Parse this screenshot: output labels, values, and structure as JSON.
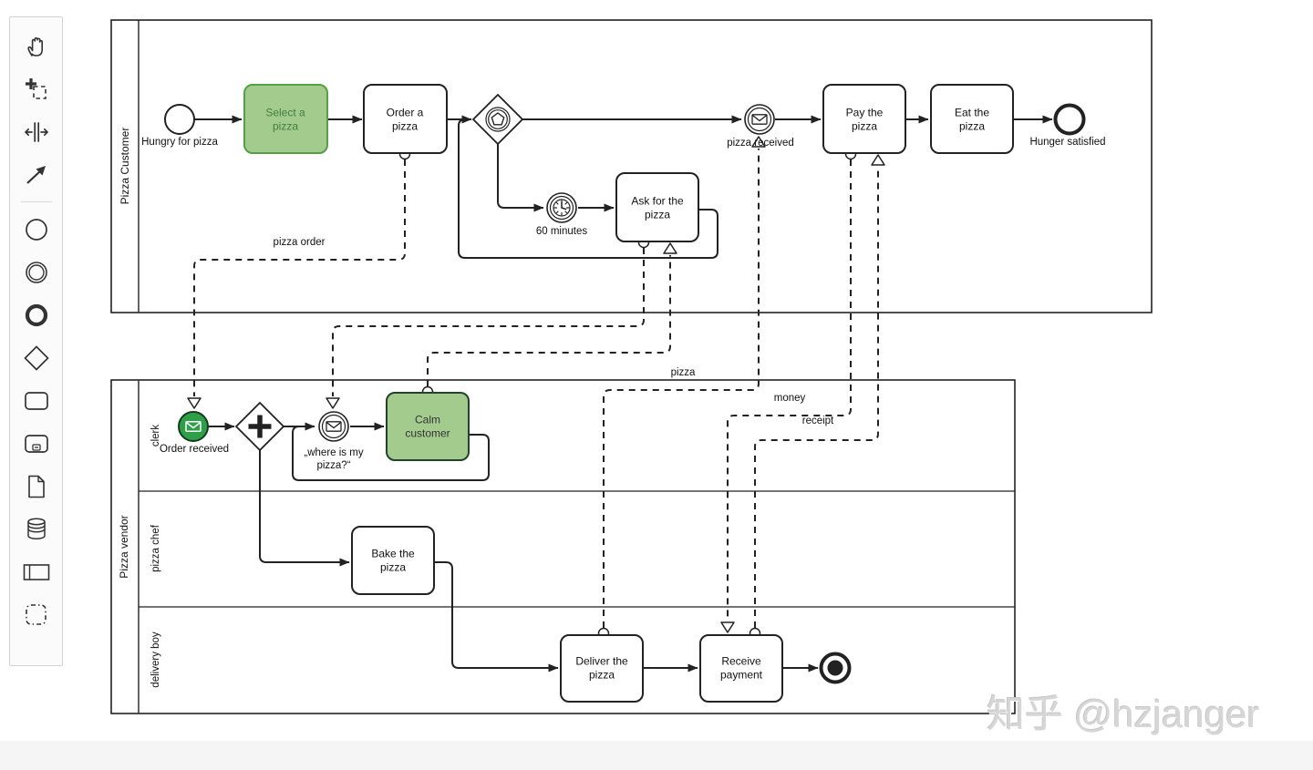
{
  "colors": {
    "stroke": "#222222",
    "highlight_task_fill": "#A4CB8E",
    "highlight_task_stroke": "#53A045",
    "highlight_task_text": "#3F7F3F",
    "highlight_event_fill": "#2F9E48",
    "palette_bg": "#FBFBFB",
    "watermark_color": "#D6D6D6"
  },
  "palette": {
    "tools": [
      {
        "icon": "hand-tool-icon"
      },
      {
        "icon": "lasso-tool-icon"
      },
      {
        "icon": "space-tool-icon"
      },
      {
        "icon": "global-connect-icon"
      },
      {
        "icon": "start-event-icon"
      },
      {
        "icon": "intermediate-event-icon"
      },
      {
        "icon": "end-event-icon"
      },
      {
        "icon": "gateway-icon"
      },
      {
        "icon": "task-icon"
      },
      {
        "icon": "subprocess-icon"
      },
      {
        "icon": "data-object-icon"
      },
      {
        "icon": "data-store-icon"
      },
      {
        "icon": "participant-icon"
      },
      {
        "icon": "group-icon"
      }
    ]
  },
  "diagram": {
    "pools": [
      {
        "label": "Pizza Customer",
        "lanes": []
      },
      {
        "label": "Pizza vendor",
        "lanes": [
          {
            "label": "clerk"
          },
          {
            "label": "pizza chef"
          },
          {
            "label": "delivery boy"
          }
        ]
      }
    ],
    "events": {
      "hungry": {
        "label": "Hungry for pizza"
      },
      "timer": {
        "label": "60 minutes"
      },
      "pizza_received": {
        "label": "pizza received"
      },
      "hunger_satisfied": {
        "label": "Hunger satisfied"
      },
      "order_received": {
        "label": "Order received"
      },
      "where_pizza": {
        "lines": [
          "„where is my",
          "pizza?“"
        ]
      }
    },
    "tasks": {
      "select": {
        "lines": [
          "Select a",
          "pizza"
        ]
      },
      "order": {
        "lines": [
          "Order a",
          "pizza"
        ]
      },
      "ask": {
        "lines": [
          "Ask for the",
          "pizza"
        ]
      },
      "pay": {
        "lines": [
          "Pay the",
          "pizza"
        ]
      },
      "eat": {
        "lines": [
          "Eat the",
          "pizza"
        ]
      },
      "calm": {
        "lines": [
          "Calm",
          "customer"
        ]
      },
      "bake": {
        "lines": [
          "Bake the",
          "pizza"
        ]
      },
      "deliver": {
        "lines": [
          "Deliver the",
          "pizza"
        ]
      },
      "receive": {
        "lines": [
          "Receive",
          "payment"
        ]
      }
    },
    "message_labels": {
      "pizza_order": "pizza order",
      "pizza": "pizza",
      "money": "money",
      "receipt": "receipt"
    }
  },
  "watermark": {
    "text": "知乎 @hzjanger"
  }
}
